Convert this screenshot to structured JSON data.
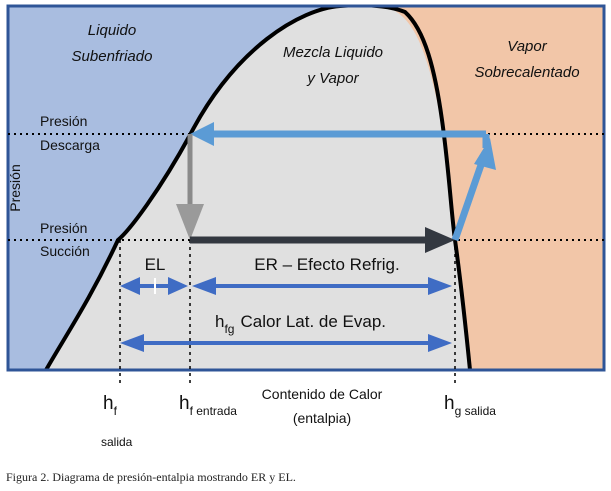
{
  "regions": {
    "subcooled_line1": "Liquido",
    "subcooled_line2": "Subenfriado",
    "mixture_line1": "Mezcla Liquido",
    "mixture_line2": "y Vapor",
    "superheated_line1": "Vapor",
    "superheated_line2": "Sobrecalentado"
  },
  "pressures": {
    "discharge_line1": "Presión",
    "discharge_line2": "Descarga",
    "suction_line1": "Presión",
    "suction_line2": "Succión"
  },
  "axes": {
    "y_label": "Presión",
    "x_label_line1": "Contenido de Calor",
    "x_label_line2": "(entalpia)"
  },
  "arrows": {
    "el": "EL",
    "er": "ER – Efecto Refrig.",
    "hfg_symbol": "h",
    "hfg_sub": "fg",
    "hfg_text": "Calor Lat. de Evap."
  },
  "enthalpy_marks": {
    "hf_symbol": "h",
    "hf_sub": "f",
    "hf_salida": "salida",
    "hf_entrada_symbol": "h",
    "hf_entrada_sub": "f entrada",
    "hg_symbol": "h",
    "hg_sub": "g salida"
  },
  "caption": "Figura 2. Diagrama de presión-entalpia mostrando ER y EL.",
  "colors": {
    "subcooled": "#a9bde0",
    "mixture": "#e0e0e0",
    "superheated": "#f2c6a8",
    "frame": "#2f5597",
    "arrow_light": "#5b9bd5",
    "arrow_dark": "#3f6cc4",
    "arrow_black": "#333840",
    "arrow_gray": "#9a9a9a"
  }
}
